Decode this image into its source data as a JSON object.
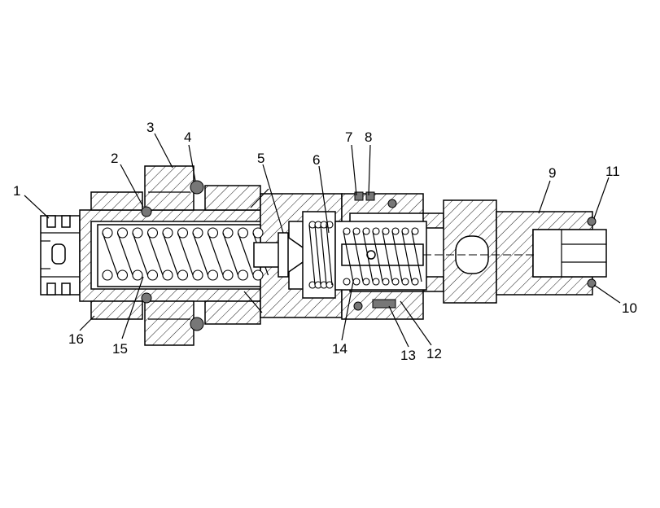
{
  "callouts": [
    {
      "id": "1",
      "text": "1"
    },
    {
      "id": "2",
      "text": "2"
    },
    {
      "id": "3",
      "text": "3"
    },
    {
      "id": "4",
      "text": "4"
    },
    {
      "id": "5",
      "text": "5"
    },
    {
      "id": "6",
      "text": "6"
    },
    {
      "id": "7",
      "text": "7"
    },
    {
      "id": "8",
      "text": "8"
    },
    {
      "id": "9",
      "text": "9"
    },
    {
      "id": "10",
      "text": "10"
    },
    {
      "id": "11",
      "text": "11"
    },
    {
      "id": "12",
      "text": "12"
    },
    {
      "id": "13",
      "text": "13"
    },
    {
      "id": "14",
      "text": "14"
    },
    {
      "id": "15",
      "text": "15"
    },
    {
      "id": "16",
      "text": "16"
    }
  ]
}
